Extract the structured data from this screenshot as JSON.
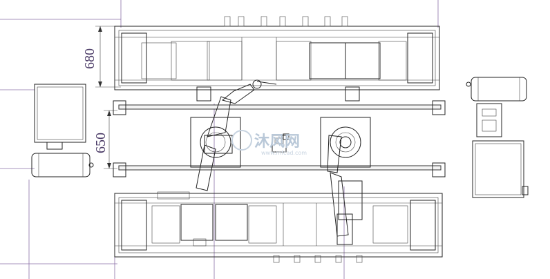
{
  "drawing": {
    "dimensions": [
      {
        "id": "upper-fixture-height",
        "value": "680"
      },
      {
        "id": "rail-spacing",
        "value": "650"
      }
    ],
    "watermark": {
      "text": "沐风网",
      "url": "www.mfcad.com"
    },
    "colors": {
      "line": "#222222",
      "dimension": "#4a3a66",
      "guide": "#8a6fa6",
      "watermark": "#b9c8d8"
    }
  }
}
